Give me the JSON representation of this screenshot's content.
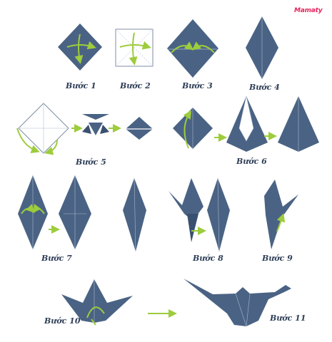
{
  "brand": {
    "logo_text": "Mamaty"
  },
  "colors": {
    "paper": "#4a6384",
    "paper_dark": "#3a5070",
    "fold_line": "#a9b8cc",
    "arrow": "#9dcc3c",
    "white_paper": "#ffffff",
    "label": "#2f3f58",
    "logo": "#e5245e"
  },
  "steps": [
    {
      "id": "1",
      "label": "Bước 1"
    },
    {
      "id": "2",
      "label": "Bước 2"
    },
    {
      "id": "3",
      "label": "Bước 3"
    },
    {
      "id": "4",
      "label": "Bước 4"
    },
    {
      "id": "5",
      "label": "Bước 5"
    },
    {
      "id": "6",
      "label": "Bước 6"
    },
    {
      "id": "7",
      "label": "Bước 7"
    },
    {
      "id": "8",
      "label": "Bước 8"
    },
    {
      "id": "9",
      "label": "Bước 9"
    },
    {
      "id": "10",
      "label": "Bước 10"
    },
    {
      "id": "11",
      "label": "Bước 11"
    }
  ]
}
